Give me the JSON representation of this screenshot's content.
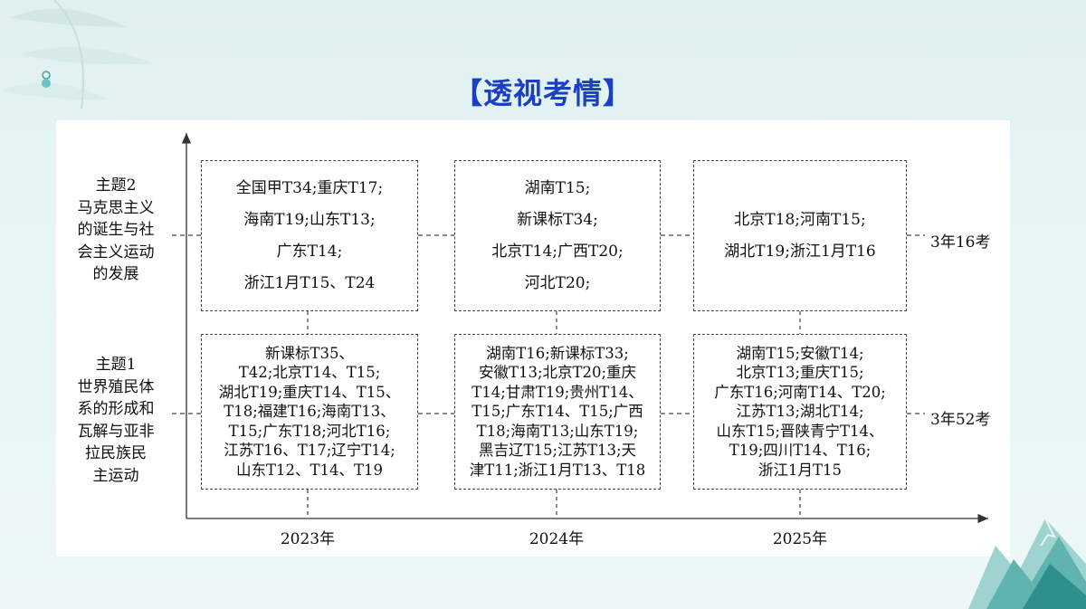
{
  "title": "【透视考情】",
  "themes": [
    {
      "label": "主题2\n马克思主义\n的诞生与社\n会主义运动\n的发展",
      "summary": "3年16考"
    },
    {
      "label": "主题1\n世界殖民体\n系的形成和\n瓦解与亚非\n拉民族民\n主运动",
      "summary": "3年52考"
    }
  ],
  "years": [
    "2023年",
    "2024年",
    "2025年"
  ],
  "cells": {
    "theme2": [
      "全国甲T34;重庆T17;\n海南T19;山东T13;\n广东T14;\n浙江1月T15、T24",
      "湖南T15;\n新课标T34;\n北京T14;广西T20;\n河北T20;",
      "北京T18;河南T15;\n湖北T19;浙江1月T16"
    ],
    "theme1": [
      "新课标T35、\nT42;北京T14、T15;\n湖北T19;重庆T14、T15、\nT18;福建T16;海南T13、\nT15;广东T18;河北T16;\n江苏T16、T17;辽宁T14;\n山东T12、T14、T19",
      "湖南T16;新课标T33;\n安徽T13;北京T20;重庆\nT14;甘肃T19;贵州T14、\nT15;广东T14、T15;广西\nT18;海南T13;山东T19;\n黑吉辽T15;江苏T13;天\n津T11;浙江1月T13、T18",
      "湖南T15;安徽T14;\n北京T13;重庆T15;\n广东T16;河南T14、T20;\n江苏T13;湖北T14;\n山东T15;晋陕青宁T14、\nT19;四川T14、T16;\n浙江1月T15"
    ]
  },
  "colors": {
    "title": "#1a3fc4",
    "background": "#e4f3f3",
    "line": "#444444"
  }
}
